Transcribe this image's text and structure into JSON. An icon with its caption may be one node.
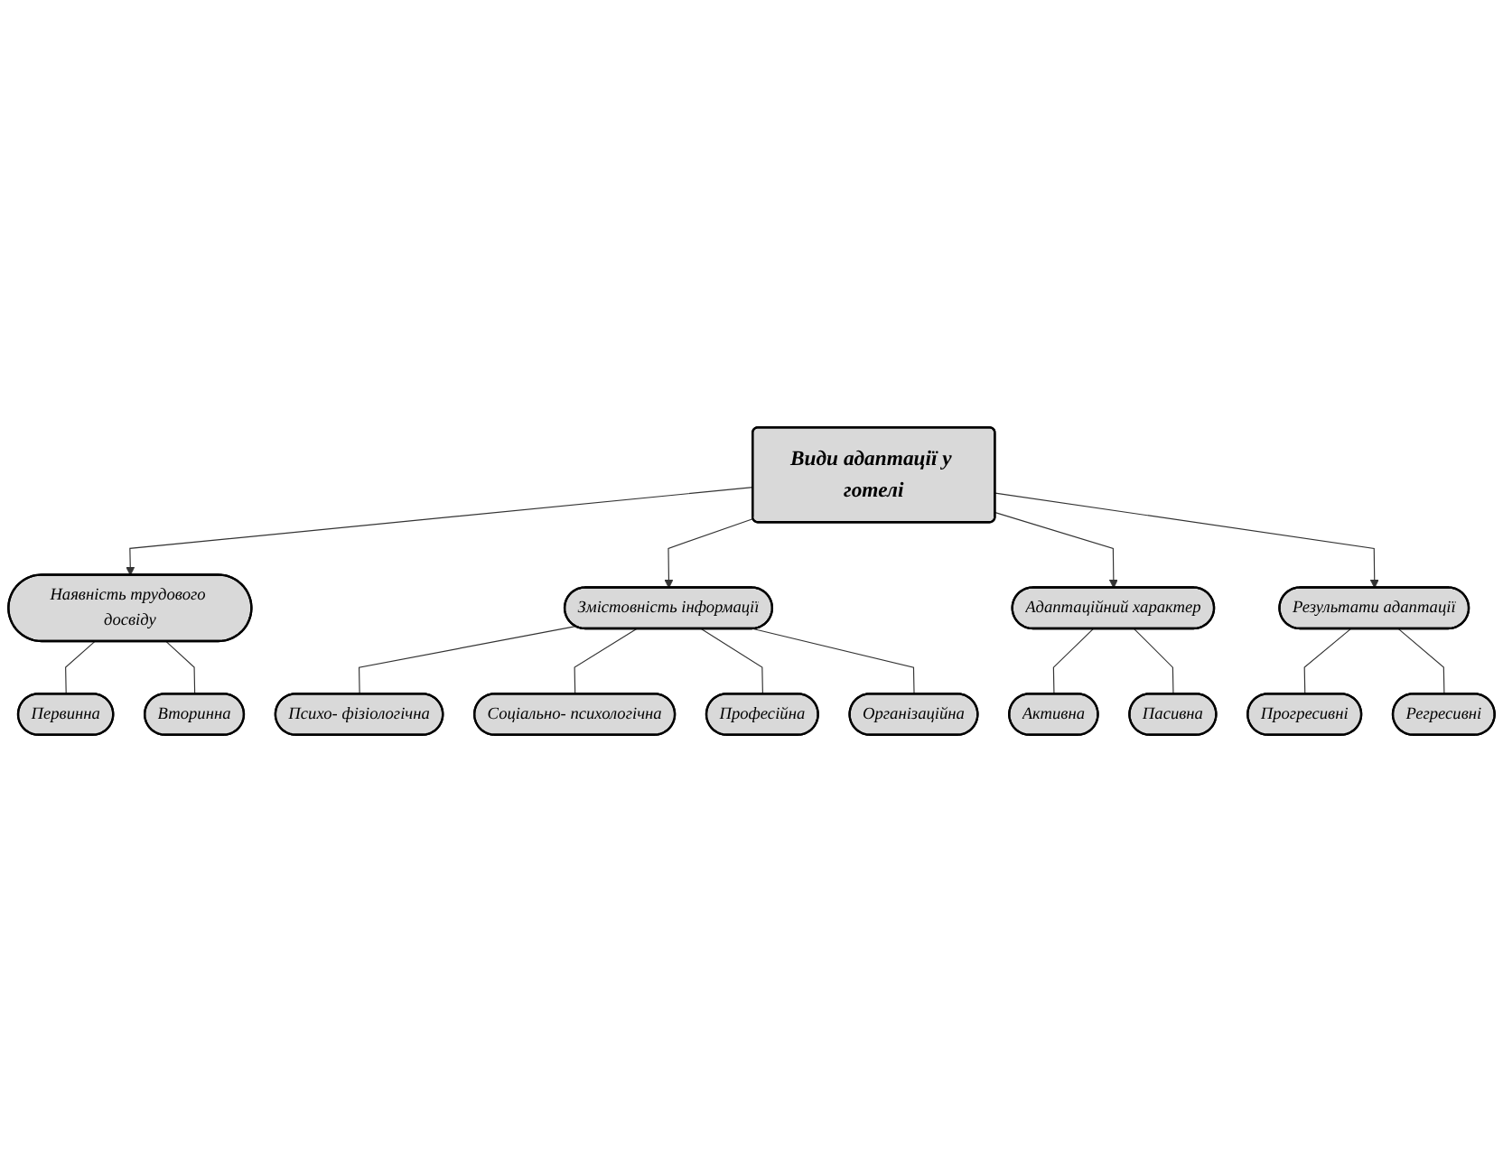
{
  "diagram": {
    "nodes": [
      {
        "text": [
          "Наявність трудового досвіду"
        ]
      },
      {
        "text": [
          "Первинна"
        ]
      },
      {
        "text": [
          "Вторинна"
        ]
      },
      {
        "text": [
          "Змістовність інформації"
        ]
      },
      {
        "text": [
          "Психо- фізіологічна"
        ]
      },
      {
        "text": [
          "Соціально- психологічна"
        ]
      },
      {
        "text": [
          "Професійна"
        ]
      },
      {
        "text": [
          "Організаційна"
        ]
      },
      {
        "text": [
          "Види адаптації у готелі"
        ]
      },
      {
        "text": [
          "Адаптаційний характер"
        ]
      },
      {
        "text": [
          "Активна"
        ]
      },
      {
        "text": [
          "Пасивна"
        ]
      },
      {
        "text": [
          "Результати адаптації"
        ]
      },
      {
        "text": [
          "Прогресивні"
        ]
      },
      {
        "text": [
          "Регресивні"
        ]
      }
    ],
    "edges": [
      {
        "from": 8,
        "to": 0,
        "arrow": "to"
      },
      {
        "from": 8,
        "to": 3,
        "arrow": "to"
      },
      {
        "from": 8,
        "to": 9,
        "arrow": "to"
      },
      {
        "from": 8,
        "to": 12,
        "arrow": "to"
      },
      {
        "from": 0,
        "to": 1,
        "arrow": "none"
      },
      {
        "from": 0,
        "to": 2,
        "arrow": "none"
      },
      {
        "from": 3,
        "to": 4,
        "arrow": "none"
      },
      {
        "from": 3,
        "to": 5,
        "arrow": "none"
      },
      {
        "from": 3,
        "to": 6,
        "arrow": "none"
      },
      {
        "from": 3,
        "to": 7,
        "arrow": "none"
      },
      {
        "from": 9,
        "to": 10,
        "arrow": "none"
      },
      {
        "from": 9,
        "to": 11,
        "arrow": "none"
      },
      {
        "from": 12,
        "to": 13,
        "arrow": "none"
      },
      {
        "from": 12,
        "to": 14,
        "arrow": "none"
      }
    ]
  }
}
